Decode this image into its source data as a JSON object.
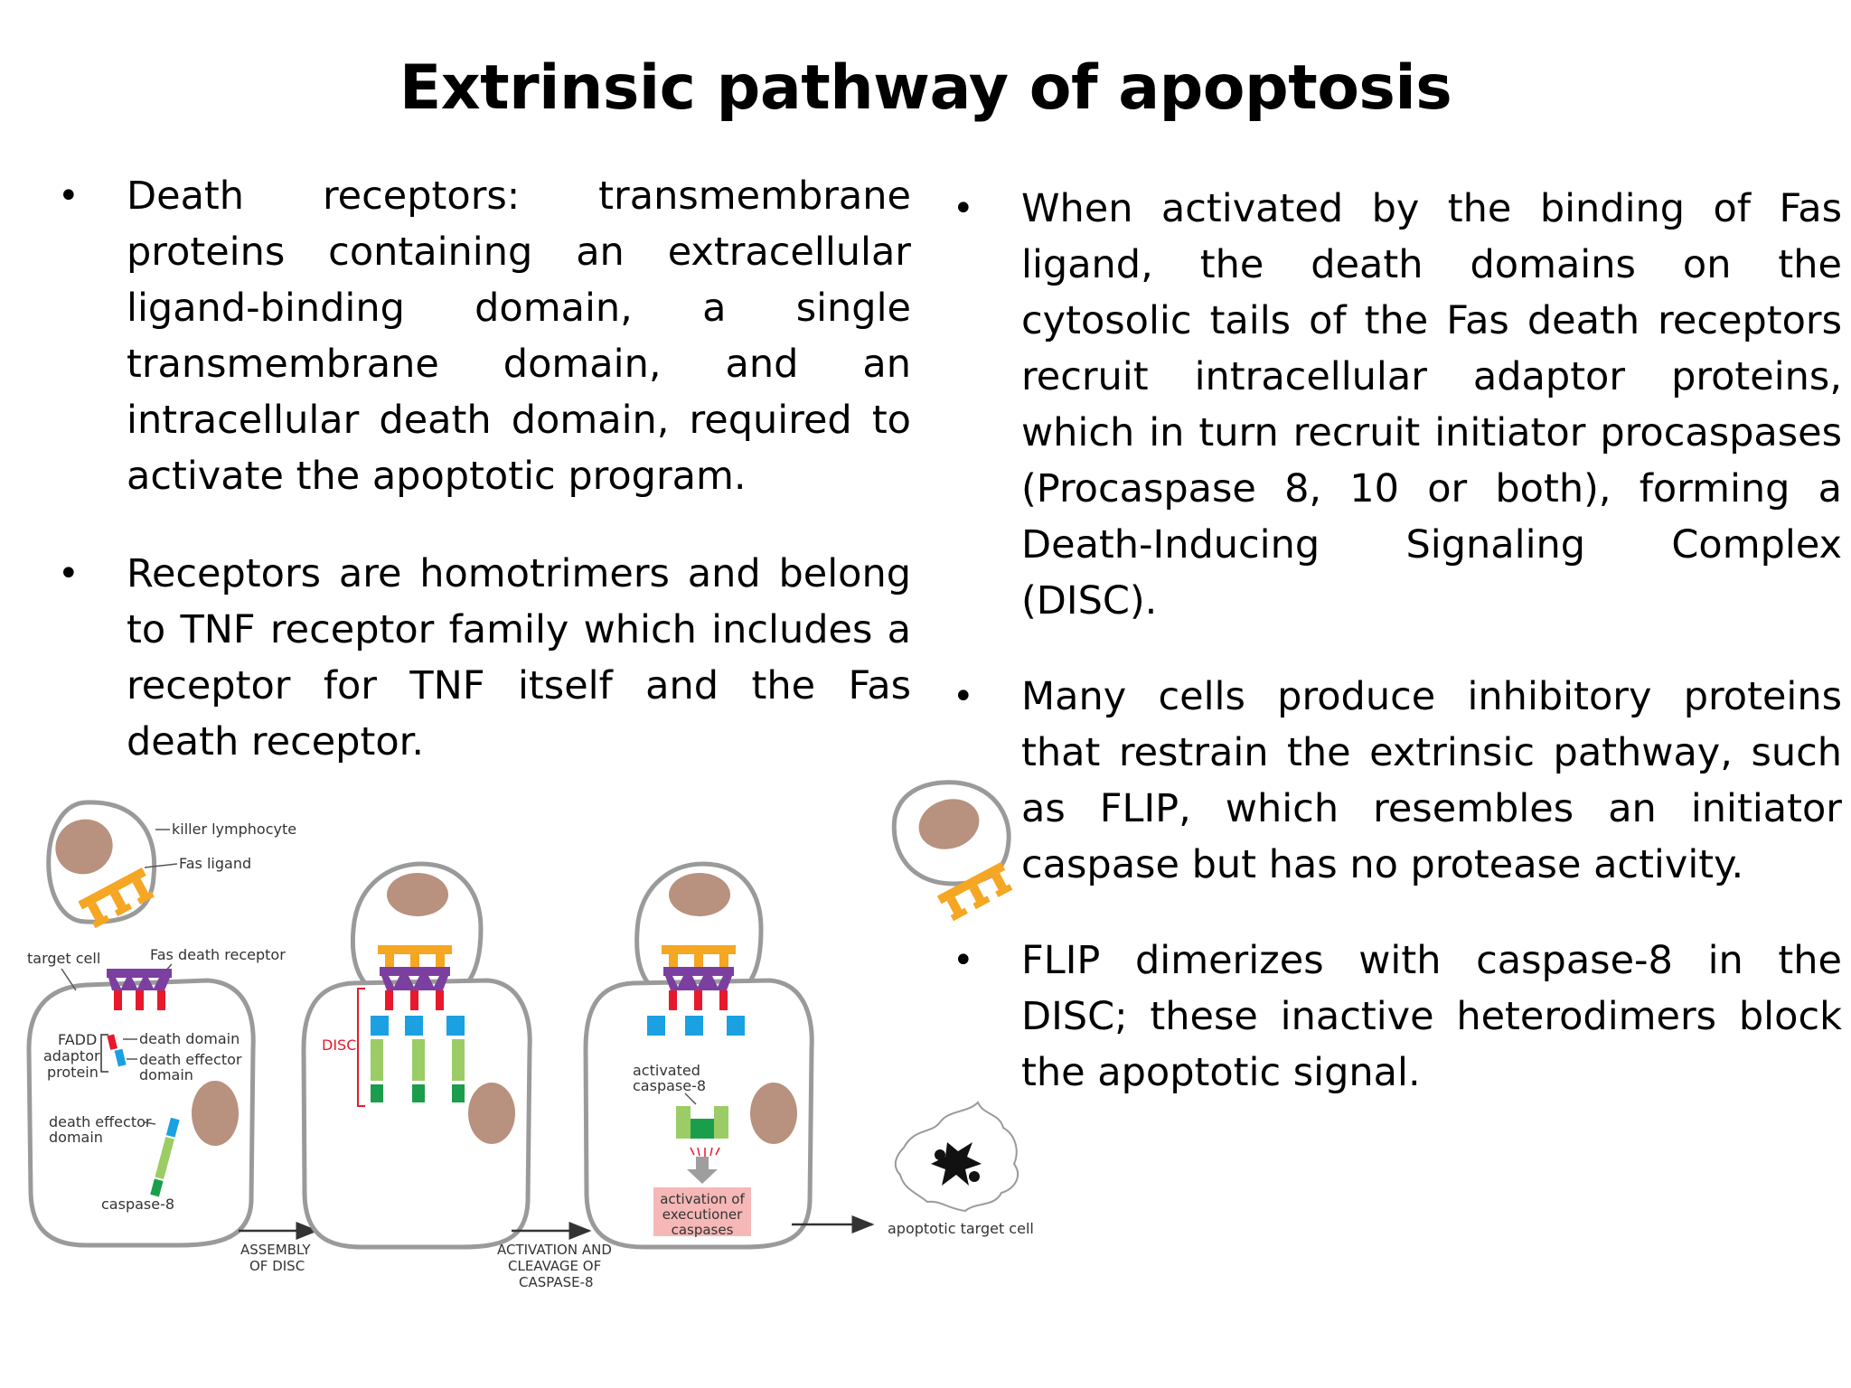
{
  "title": "Extrinsic pathway of apoptosis",
  "left_bullets": [
    "Death receptors: transmembrane proteins containing an extracellular ligand-binding domain, a single transmembrane domain, and an intracellular death domain, required to activate the apoptotic program.",
    "Receptors are homotrimers and belong to TNF receptor family which includes a receptor for TNF itself and the Fas death receptor."
  ],
  "right_bullets": [
    "When activated by the binding of Fas ligand, the death domains on the cytosolic tails of the Fas death receptors recruit intracellular adaptor proteins, which in turn recruit initiator procaspases (Procaspase 8, 10 or both), forming a Death-Inducing Signaling Complex (DISC).",
    "Many cells produce inhibitory proteins that restrain the extrinsic pathway, such as FLIP, which resembles an initiator caspase but has no protease activity.",
    "FLIP dimerizes with caspase-8 in the DISC; these inactive heterodimers block the apoptotic signal."
  ],
  "figure": {
    "labels": {
      "killer_lymphocyte": "killer lymphocyte",
      "fas_ligand": "Fas ligand",
      "target_cell": "target cell",
      "fas_death_receptor": "Fas death receptor",
      "fadd_1": "FADD",
      "fadd_2": "adaptor",
      "fadd_3": "protein",
      "death_domain": "death domain",
      "death_effector_1": "death effector",
      "death_effector_2": "domain",
      "death_effector_b1": "death effector",
      "death_effector_b2": "domain",
      "caspase8": "caspase-8",
      "disc": "DISC",
      "activated_1": "activated",
      "activated_2": "caspase-8",
      "activation_1": "activation of",
      "activation_2": "executioner",
      "activation_3": "caspases",
      "apoptotic_target_cell": "apoptotic target cell"
    },
    "steps": {
      "assembly_1": "ASSEMBLY",
      "assembly_2": "OF DISC",
      "activation_1": "ACTIVATION AND",
      "activation_2": "CLEAVAGE OF",
      "activation_3": "CASPASE-8"
    },
    "colors": {
      "cell_outline": "#9a9a9a",
      "nucleus": "#b8917f",
      "ligand": "#f5a623",
      "receptor": "#7b3fa0",
      "death_domain": "#e8192c",
      "effector_domain": "#1ba1e2",
      "caspase_light": "#9ccc65",
      "caspase_dark": "#1b9e4b",
      "activation_box": "#f6b7b7",
      "disc_bracket": "#e8192c"
    }
  }
}
